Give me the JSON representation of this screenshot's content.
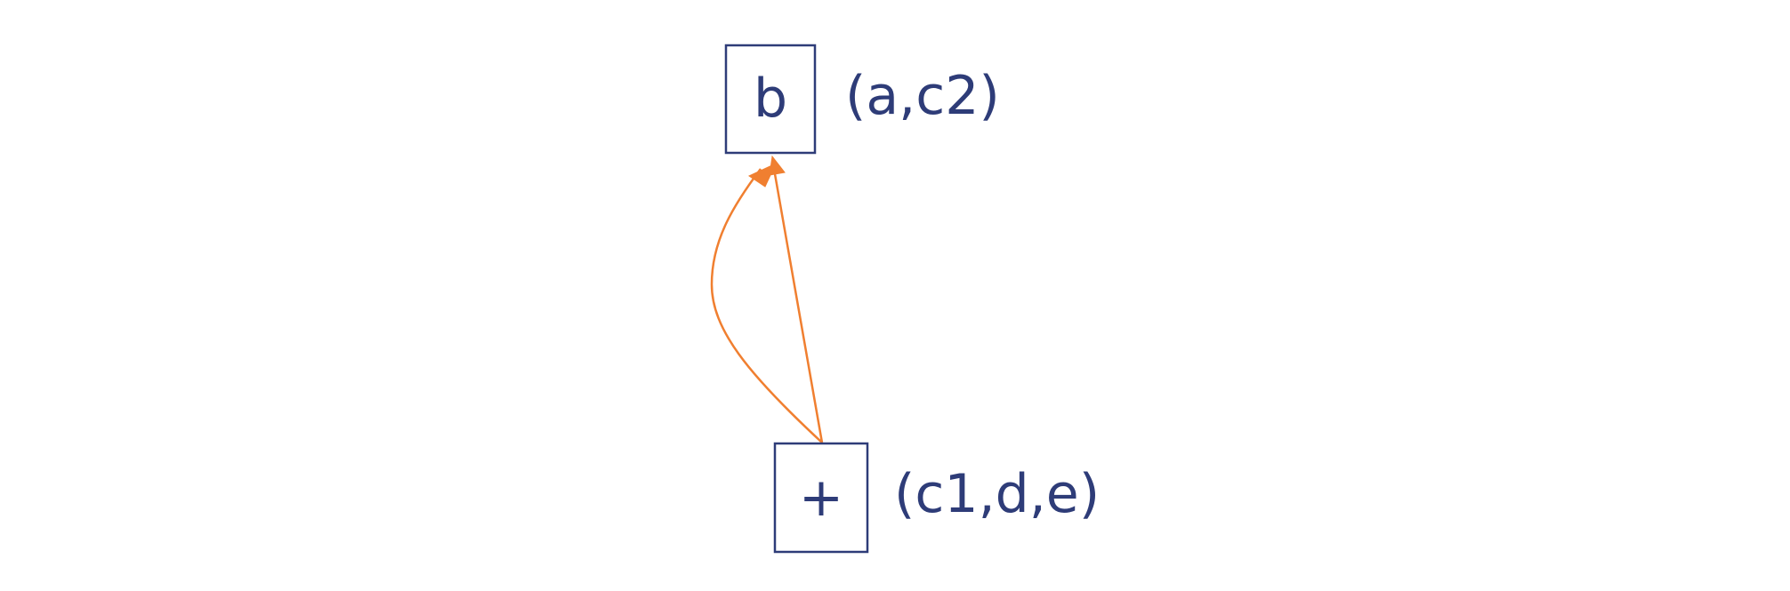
{
  "diagram": {
    "nodes": [
      {
        "id": "b",
        "label": "b",
        "annotation": "(a,c2)"
      },
      {
        "id": "plus",
        "label": "+",
        "annotation": "(c1,d,e)"
      }
    ],
    "edges": [
      {
        "from": "plus",
        "to": "b",
        "shape": "curved"
      },
      {
        "from": "plus",
        "to": "b",
        "shape": "straight"
      }
    ],
    "colors": {
      "node_stroke": "#2e3c78",
      "text": "#2e3c78",
      "edge": "#f07f30",
      "background": "#ffffff"
    }
  }
}
